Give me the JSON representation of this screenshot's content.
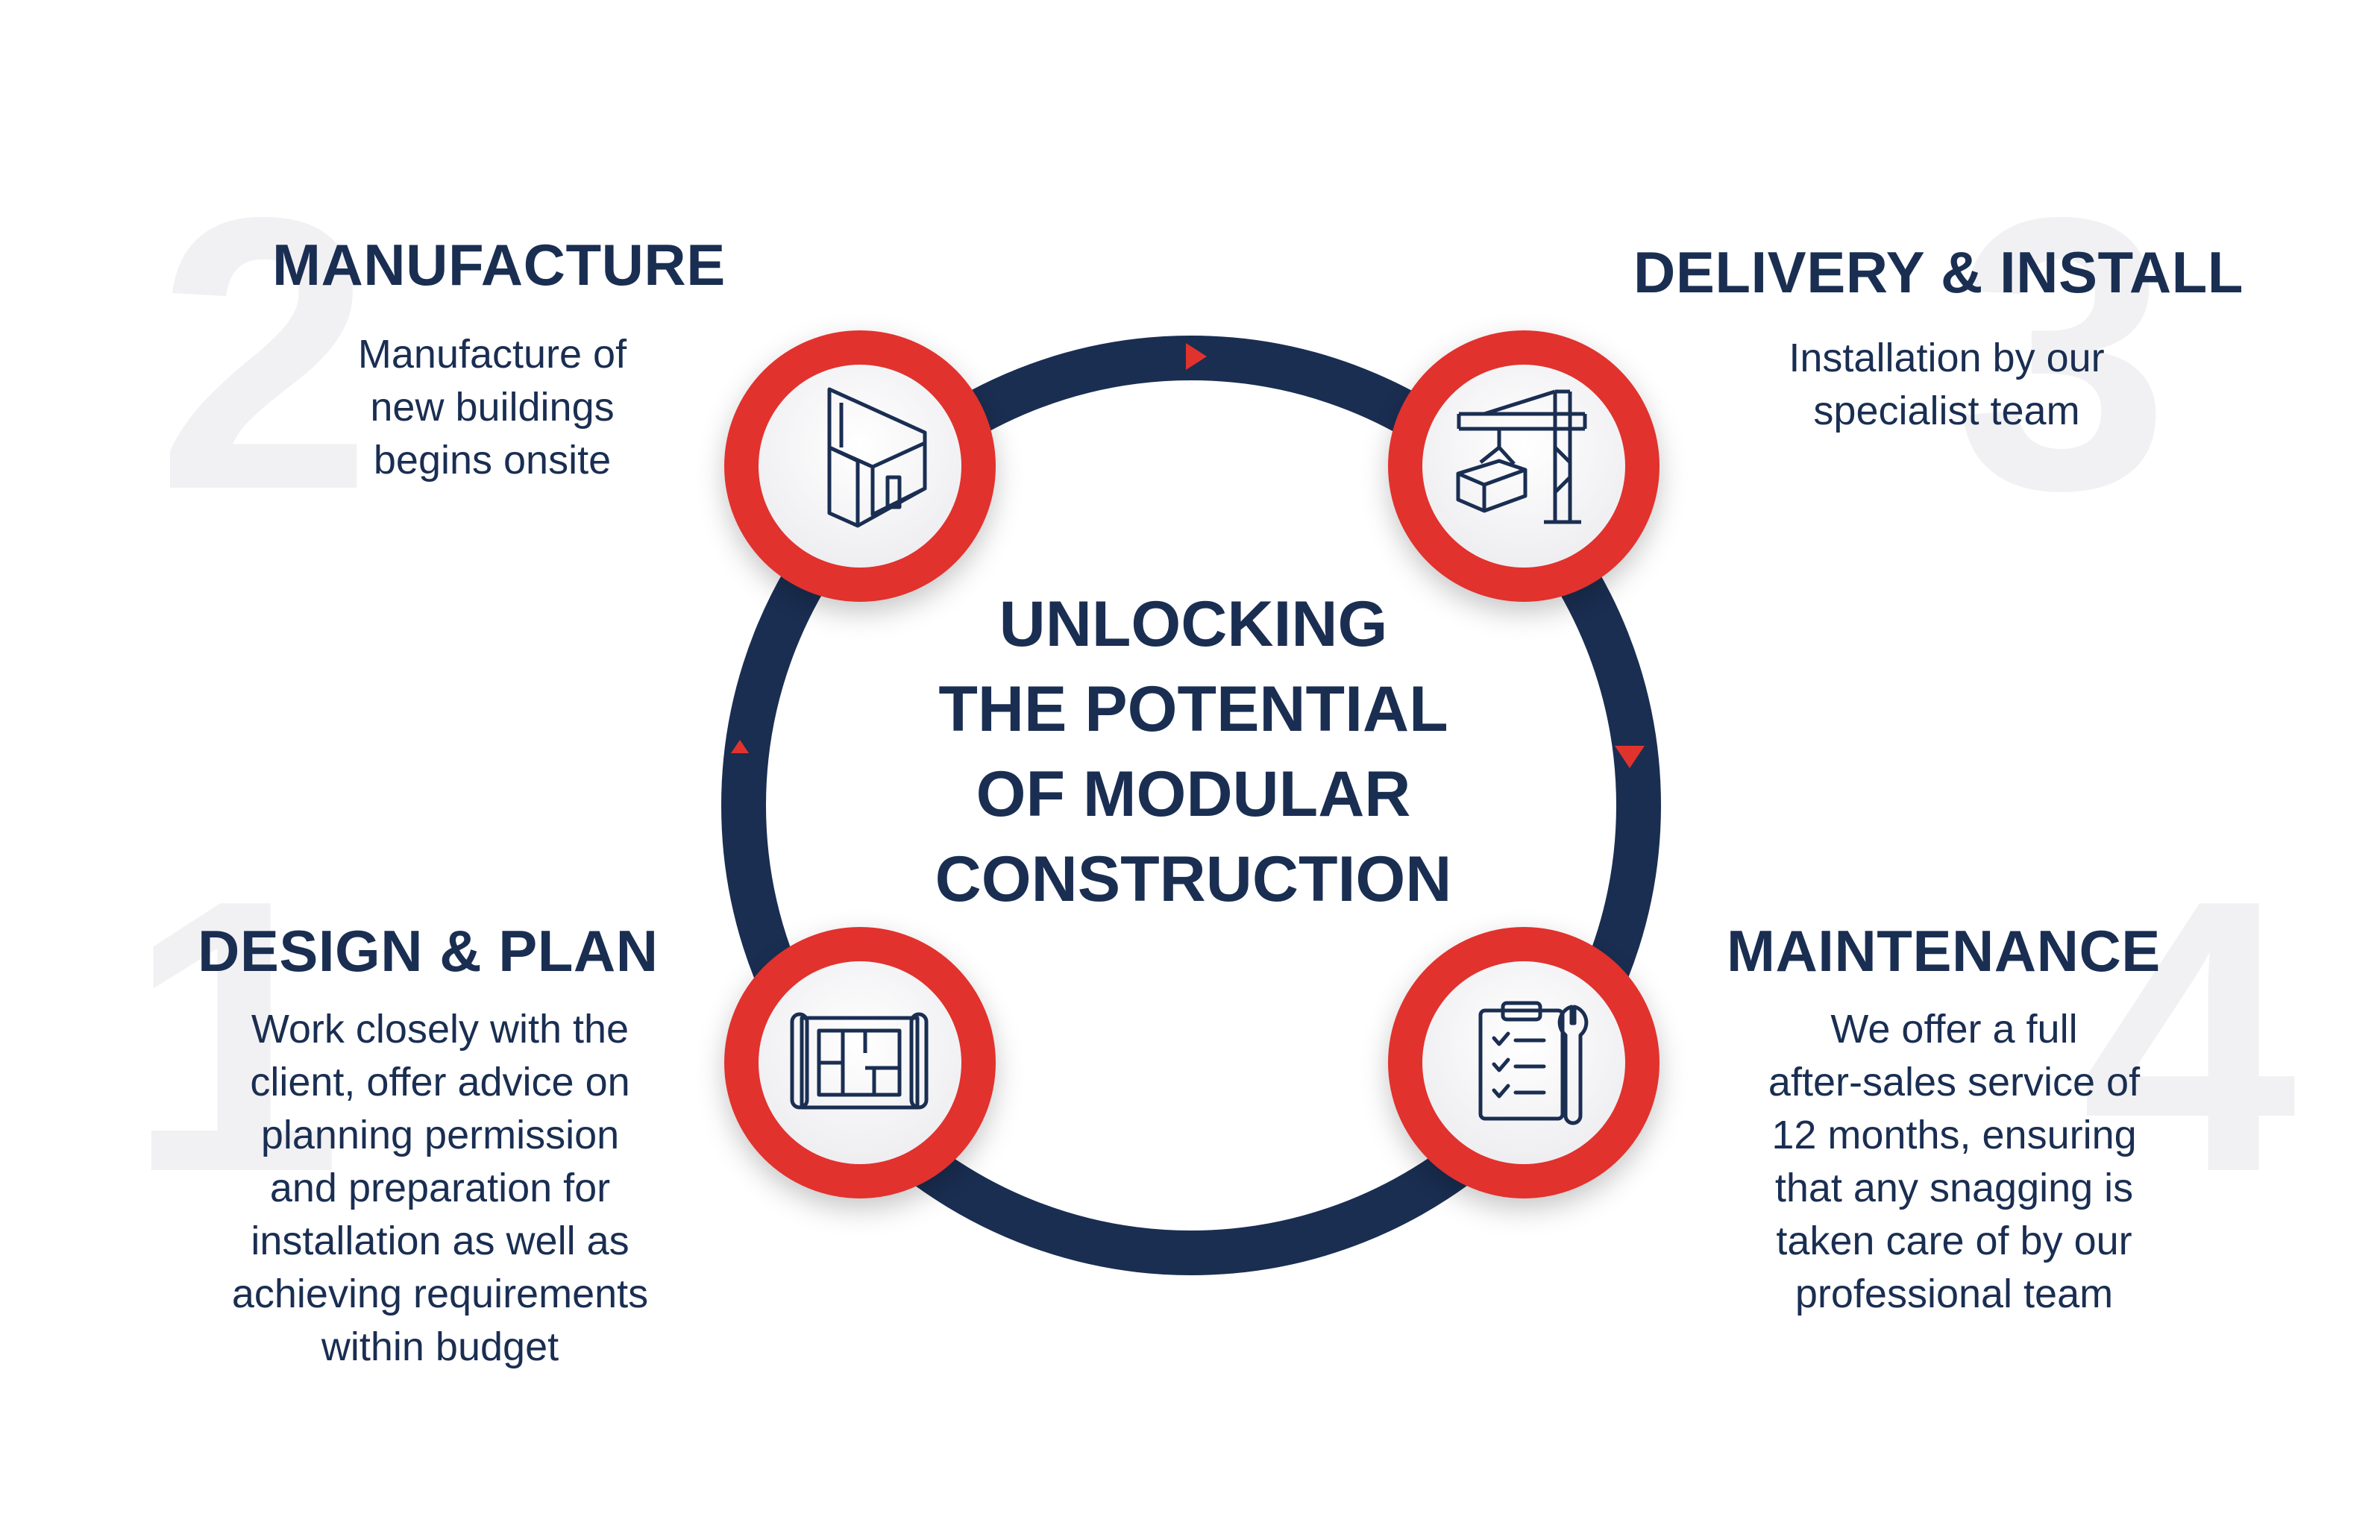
{
  "center_title": [
    "UNLOCKING",
    "THE POTENTIAL",
    "OF MODULAR",
    "CONSTRUCTION"
  ],
  "steps": [
    {
      "number": "1",
      "title": "DESIGN & PLAN",
      "lines": [
        "Work closely with the",
        "client, offer advice on",
        "planning permission",
        "and preparation for",
        "installation as well as",
        "achieving requirements",
        "within budget"
      ],
      "icon": "blueprint-icon"
    },
    {
      "number": "2",
      "title": "MANUFACTURE",
      "lines": [
        "Manufacture of",
        "new buildings",
        "begins onsite"
      ],
      "icon": "modular-building-icon"
    },
    {
      "number": "3",
      "title": "DELIVERY & INSTALL",
      "lines": [
        "Installation by our",
        "specialist team"
      ],
      "icon": "crane-icon"
    },
    {
      "number": "4",
      "title": "MAINTENANCE",
      "lines": [
        "We offer a full",
        "after-sales service of",
        "12 months, ensuring",
        "that any snagging is",
        "taken care of by our",
        "professional team"
      ],
      "icon": "checklist-wrench-icon"
    }
  ],
  "colors": {
    "navy": "#1a2e52",
    "red": "#e1332d",
    "ghost_number": "#f1f1f3"
  }
}
